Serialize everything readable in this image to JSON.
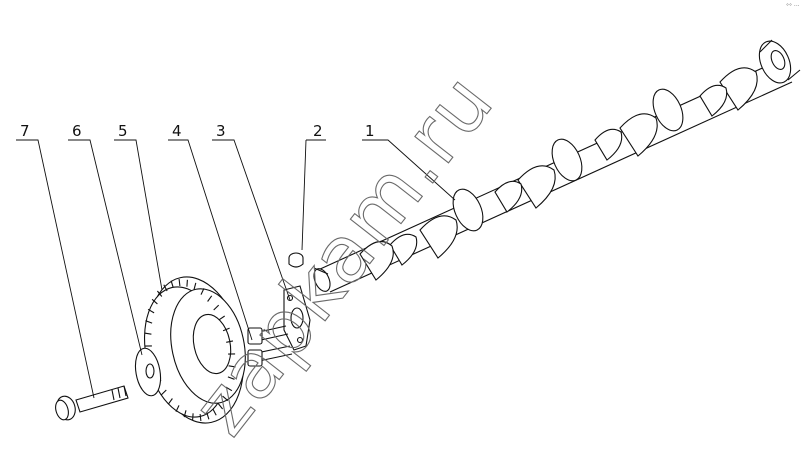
{
  "diagram": {
    "parts": [
      {
        "number": "1",
        "part": "camshaft"
      },
      {
        "number": "2",
        "part": "key"
      },
      {
        "number": "3",
        "part": "thrust-plate"
      },
      {
        "number": "4",
        "part": "plate-bolt"
      },
      {
        "number": "5",
        "part": "camshaft-gear"
      },
      {
        "number": "6",
        "part": "washer"
      },
      {
        "number": "7",
        "part": "gear-bolt"
      }
    ],
    "watermark": "zapkam.ru",
    "corner_mark": "°° ···"
  },
  "colors": {
    "line": "#111111",
    "watermark": "#6a6a6a",
    "background": "#ffffff"
  }
}
